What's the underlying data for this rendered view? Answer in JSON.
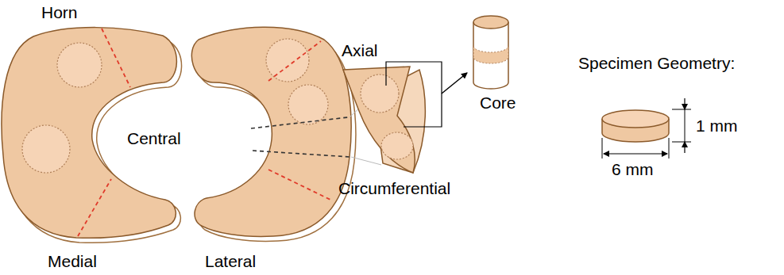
{
  "diagram": {
    "labels": [
      "Horn",
      "Central",
      "Axial",
      "Core",
      "Specimen Geometry:",
      "1 mm",
      "Circumferential",
      "6 mm",
      "Medial",
      "Lateral"
    ]
  }
}
